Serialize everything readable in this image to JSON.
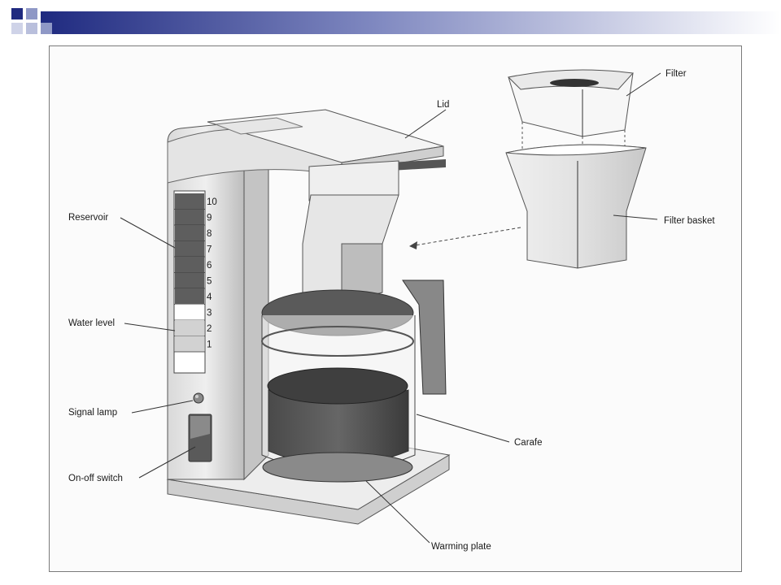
{
  "header": {
    "accent_color": "#1f2a80",
    "square_color": "#8f98c6"
  },
  "labels": {
    "lid": "Lid",
    "filter": "Filter",
    "filter_basket": "Filter basket",
    "reservoir": "Reservoir",
    "water_level": "Water level",
    "signal_lamp": "Signal lamp",
    "on_off_switch": "On-off switch",
    "carafe": "Carafe",
    "warming_plate": "Warming plate"
  },
  "water_scale": {
    "ticks": [
      "10",
      "9",
      "8",
      "7",
      "6",
      "5",
      "4",
      "3",
      "2",
      "1"
    ],
    "level": 3
  }
}
